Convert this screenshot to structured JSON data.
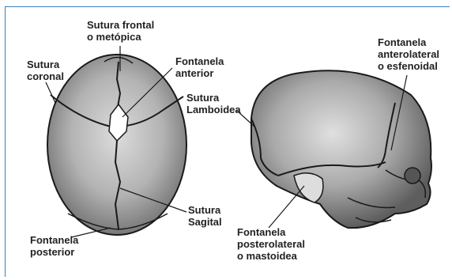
{
  "labels": {
    "sutura_frontal": [
      "Sutura frontal",
      "o metópica"
    ],
    "sutura_coronal": [
      "Sutura",
      "coronal"
    ],
    "fontanela_anterior": [
      "Fontanela",
      "anterior"
    ],
    "sutura_lamboidea": [
      "Sutura",
      "Lamboidea"
    ],
    "fontanela_anterolateral": [
      "Fontanela",
      "anterolateral",
      "o esfenoidal"
    ],
    "sutura_sagital": [
      "Sutura",
      "Sagital"
    ],
    "fontanela_posterior": [
      "Fontanela",
      "posterior"
    ],
    "fontanela_posterolateral": [
      "Fontanela",
      "posterolateral",
      "o mastoidea"
    ]
  },
  "colors": {
    "bone_dark": "#6f6f6f",
    "bone_light": "#d9d9d9",
    "outline": "#1a1a1a",
    "frame": "#3a7fc1"
  }
}
